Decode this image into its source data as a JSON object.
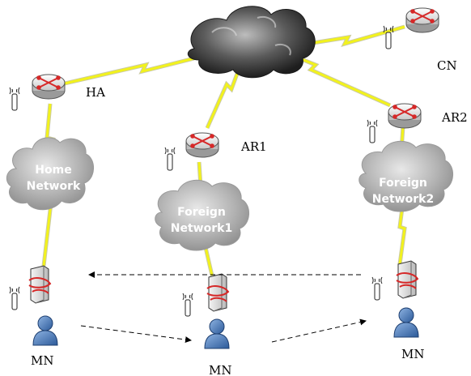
{
  "nodes": {
    "ha": "HA",
    "cn": "CN",
    "ar1": "AR1",
    "ar2": "AR2",
    "mn_left": "MN",
    "mn_center": "MN",
    "mn_right": "MN"
  },
  "clouds": {
    "home": [
      "Home",
      "Network"
    ],
    "foreign1": [
      "Foreign",
      "Network1"
    ],
    "foreign2": [
      "Foreign",
      "Network2"
    ]
  },
  "colors": {
    "wireless_link": "#f2f21c",
    "internet_cloud": "#3a3a3a",
    "network_cloud": "#9a9a9a",
    "router_arrow": "#d62828",
    "person": "#3b6fae"
  },
  "icons": [
    "router-icon",
    "antenna-icon",
    "base-station-icon",
    "person-icon",
    "cloud-icon"
  ]
}
